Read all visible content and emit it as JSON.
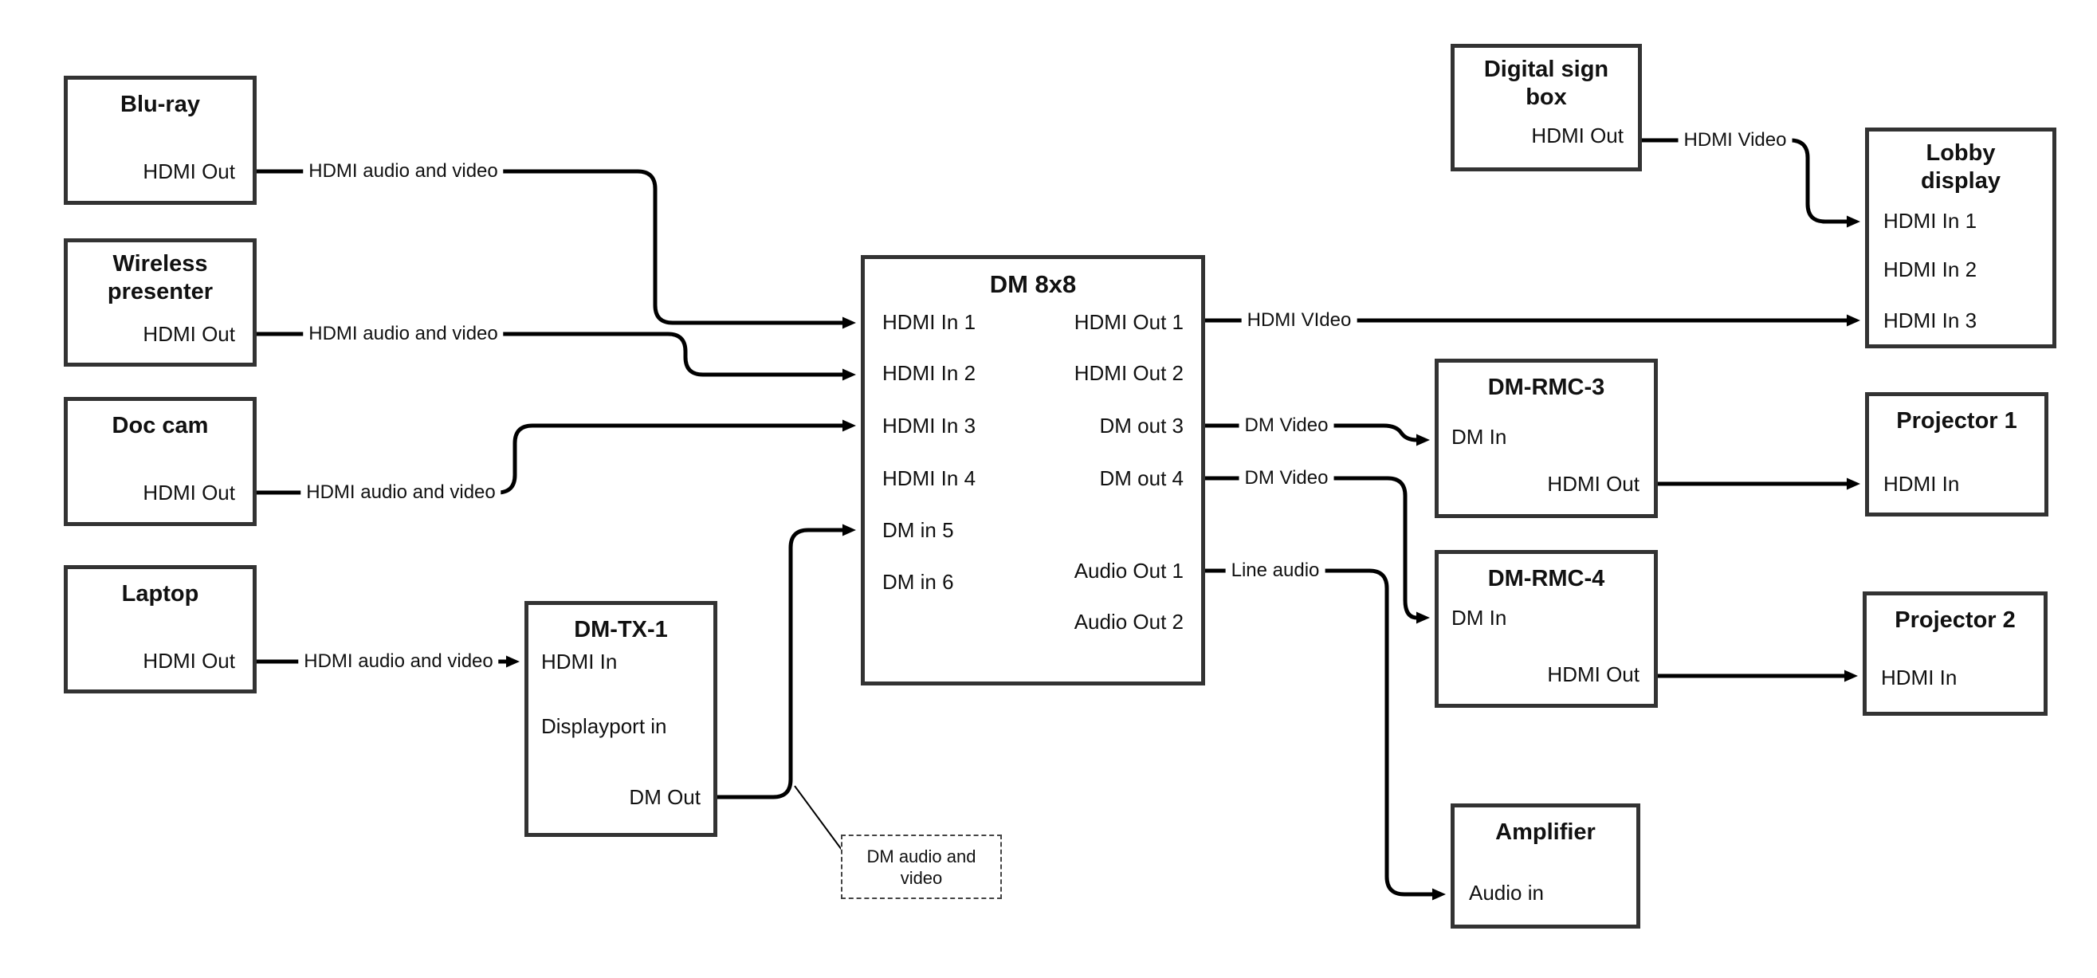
{
  "diagram": {
    "colors": {
      "line": "#000000",
      "box_border": "#333333",
      "text": "#111111",
      "background": "#ffffff"
    },
    "nodes": {
      "bluray": {
        "title": "Blu-ray",
        "ports": {
          "hdmi_out": "HDMI Out"
        }
      },
      "wireless": {
        "title": "Wireless\npresenter",
        "ports": {
          "hdmi_out": "HDMI Out"
        }
      },
      "doccam": {
        "title": "Doc cam",
        "ports": {
          "hdmi_out": "HDMI Out"
        }
      },
      "laptop": {
        "title": "Laptop",
        "ports": {
          "hdmi_out": "HDMI Out"
        }
      },
      "dmtx1": {
        "title": "DM-TX-1",
        "ports": {
          "hdmi_in": "HDMI In",
          "displayport_in": "Displayport in",
          "dm_out": "DM Out"
        }
      },
      "dm8x8": {
        "title": "DM 8x8",
        "ports": {
          "in1": "HDMI In 1",
          "in2": "HDMI In 2",
          "in3": "HDMI In 3",
          "in4": "HDMI In 4",
          "in5": "DM in 5",
          "in6": "DM in 6",
          "out1": "HDMI Out 1",
          "out2": "HDMI Out 2",
          "out3": "DM out 3",
          "out4": "DM out 4",
          "aout1": "Audio Out 1",
          "aout2": "Audio Out 2"
        }
      },
      "digital_sign": {
        "title": "Digital sign\nbox",
        "ports": {
          "hdmi_out": "HDMI Out"
        }
      },
      "lobby": {
        "title": "Lobby\ndisplay",
        "ports": {
          "in1": "HDMI In 1",
          "in2": "HDMI In 2",
          "in3": "HDMI In 3"
        }
      },
      "rmc3": {
        "title": "DM-RMC-3",
        "ports": {
          "dm_in": "DM In",
          "hdmi_out": "HDMI Out"
        }
      },
      "rmc4": {
        "title": "DM-RMC-4",
        "ports": {
          "dm_in": "DM In",
          "hdmi_out": "HDMI Out"
        }
      },
      "proj1": {
        "title": "Projector 1",
        "ports": {
          "hdmi_in": "HDMI In"
        }
      },
      "proj2": {
        "title": "Projector 2",
        "ports": {
          "hdmi_in": "HDMI In"
        }
      },
      "amp": {
        "title": "Amplifier",
        "ports": {
          "audio_in": "Audio in"
        }
      }
    },
    "edges": {
      "bluray_dm8x8": "HDMI audio and video",
      "wireless_dm8x8": "HDMI audio and video",
      "doccam_dm8x8": "HDMI audio and video",
      "laptop_dmtx1": "HDMI audio and video",
      "out1_lobby": "HDMI VIdeo",
      "out3_rmc3": "DM Video",
      "out4_rmc4": "DM Video",
      "aout1_amp": "Line audio",
      "digital_lobby": "HDMI Video",
      "callout": "DM audio and\nvideo"
    }
  }
}
